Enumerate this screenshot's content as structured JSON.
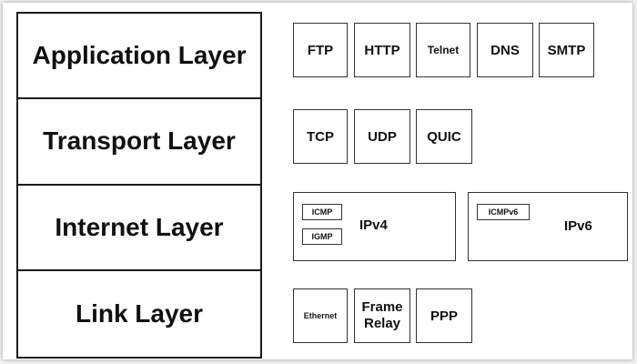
{
  "layers": [
    "Application Layer",
    "Transport Layer",
    "Internet Layer",
    "Link Layer"
  ],
  "application": [
    "FTP",
    "HTTP",
    "Telnet",
    "DNS",
    "SMTP"
  ],
  "transport": [
    "TCP",
    "UDP",
    "QUIC"
  ],
  "internet": {
    "ipv4": {
      "label": "IPv4",
      "subs": [
        "ICMP",
        "IGMP"
      ]
    },
    "ipv6": {
      "label": "IPv6",
      "subs": [
        "ICMPv6"
      ]
    }
  },
  "link": [
    "Ethernet",
    "Frame Relay",
    "PPP"
  ]
}
